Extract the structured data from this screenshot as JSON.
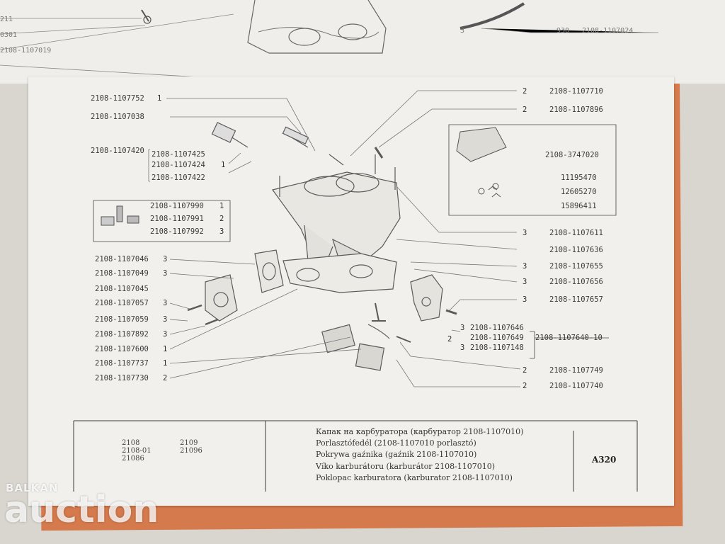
{
  "previous_page": {
    "fragments": [
      "211",
      "0301",
      "2108-1107019",
      "930",
      "2108-1107024"
    ],
    "qty_mark": "3"
  },
  "callouts_left": [
    {
      "pn": "2108-1107752",
      "qty": "1"
    },
    {
      "pn": "2108-1107038",
      "qty": ""
    },
    {
      "pn": "2108-1107420",
      "qty": ""
    },
    {
      "pn": "2108-1107425",
      "qty": ""
    },
    {
      "pn": "2108-1107424",
      "qty": "1"
    },
    {
      "pn": "2108-1107422",
      "qty": ""
    }
  ],
  "inset_left": [
    {
      "pn": "2108-1107990",
      "qty": "1"
    },
    {
      "pn": "2108-1107991",
      "qty": "2"
    },
    {
      "pn": "2108-1107992",
      "qty": "3"
    }
  ],
  "callouts_left_lower": [
    {
      "pn": "2108-1107046",
      "qty": "3"
    },
    {
      "pn": "2108-1107049",
      "qty": "3"
    },
    {
      "pn": "2108-1107045",
      "qty": ""
    },
    {
      "pn": "2108-1107057",
      "qty": "3"
    },
    {
      "pn": "2108-1107059",
      "qty": "3"
    },
    {
      "pn": "2108-1107892",
      "qty": "3"
    },
    {
      "pn": "2108-1107600",
      "qty": "1"
    },
    {
      "pn": "2108-1107737",
      "qty": "1"
    },
    {
      "pn": "2108-1107730",
      "qty": "2"
    }
  ],
  "callouts_right_top": [
    {
      "pn": "2108-1107710",
      "qty": "2"
    },
    {
      "pn": "2108-1107896",
      "qty": "2"
    }
  ],
  "inset_right": [
    {
      "pn": "2108-3747020",
      "qty": ""
    },
    {
      "pn": "11195470",
      "qty": ""
    },
    {
      "pn": "12605270",
      "qty": ""
    },
    {
      "pn": "15896411",
      "qty": ""
    }
  ],
  "callouts_right": [
    {
      "pn": "2108-1107611",
      "qty": "3"
    },
    {
      "pn": "2108-1107636",
      "qty": ""
    },
    {
      "pn": "2108-1107655",
      "qty": "3"
    },
    {
      "pn": "2108-1107656",
      "qty": "3"
    },
    {
      "pn": "2108-1107657",
      "qty": "3"
    }
  ],
  "group_right": [
    {
      "pn": "2108-1107646",
      "qty": "3"
    },
    {
      "pn": "2108-1107649",
      "qty": "2"
    },
    {
      "pn": "2108-1107148",
      "qty": "3"
    }
  ],
  "group_assembly": {
    "pn": "2108-1107640-10"
  },
  "callouts_right_bottom": [
    {
      "pn": "2108-1107749",
      "qty": "2"
    },
    {
      "pn": "2108-1107740",
      "qty": "2"
    }
  ],
  "footer": {
    "models_col1": [
      "2108",
      "2108-01",
      "21086"
    ],
    "models_col2": [
      "2109",
      "21096"
    ],
    "titles": [
      "Капак на карбуратора (карбуратор 2108-1107010)",
      "Porlasztófedél (2108-1107010 porlasztó)",
      "Pokrywa gaźnika (gaźnik 2108-1107010)",
      "Víko karburátoru (karburátor 2108-1107010)",
      "Poklopac karburatora (karburator 2108-1107010)"
    ],
    "sheet": "A320"
  },
  "watermark": {
    "line1": "BALKAN",
    "line2": "auction"
  }
}
